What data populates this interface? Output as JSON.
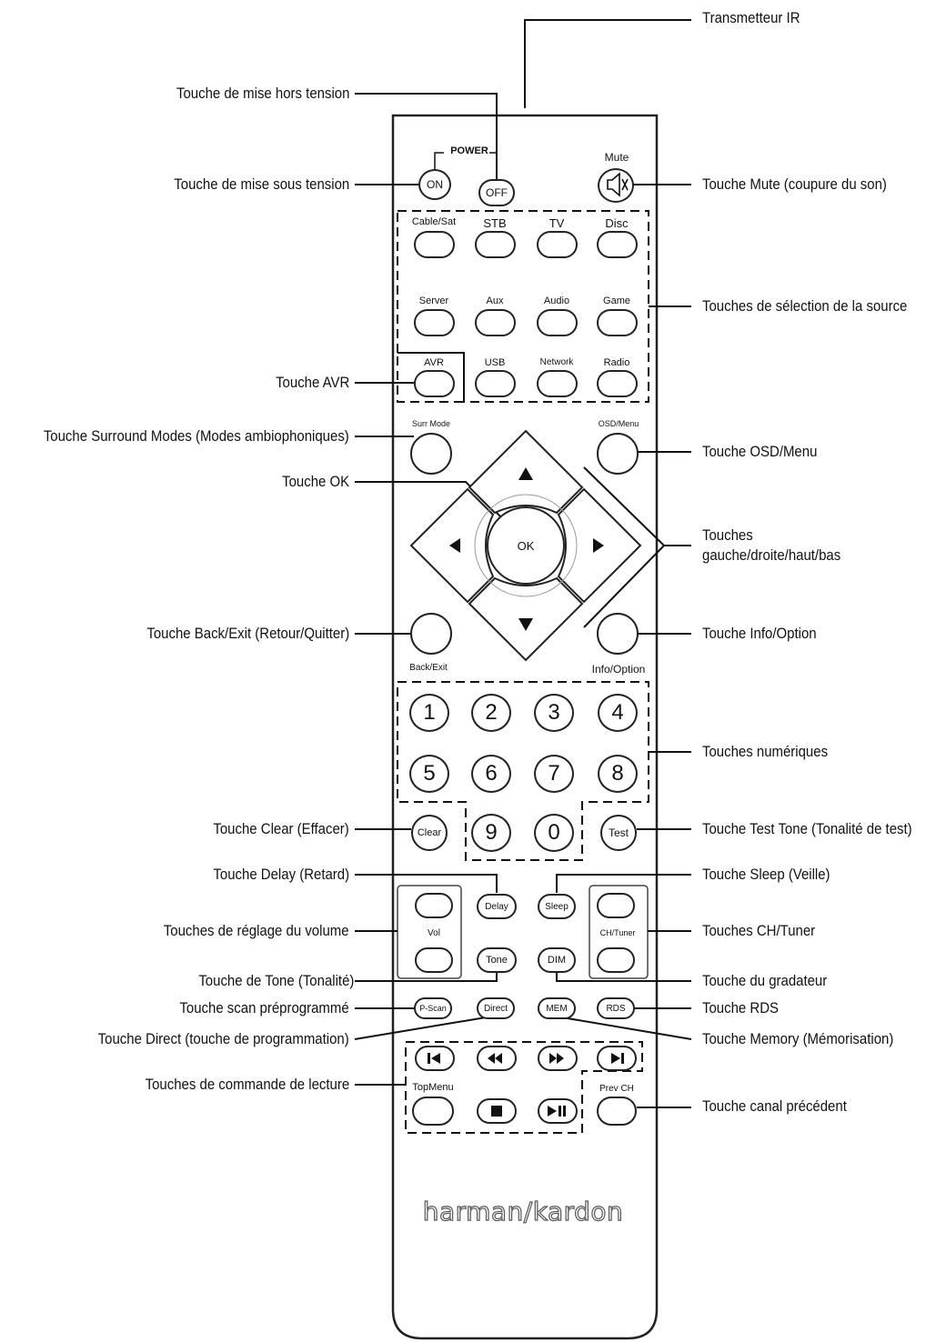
{
  "callouts": {
    "ir": "Transmetteur IR",
    "off": "Touche de mise hors tension",
    "on": "Touche de mise sous tension",
    "mute": "Touche Mute (coupure du son)",
    "source": "Touches de sélection de la source",
    "avr": "Touche AVR",
    "surround": "Touche Surround Modes (Modes ambiophoniques)",
    "osd": "Touche OSD/Menu",
    "ok": "Touche OK",
    "arrows_line1": "Touches",
    "arrows_line2": "gauche/droite/haut/bas",
    "back": "Touche Back/Exit (Retour/Quitter)",
    "info": "Touche Info/Option",
    "numeric": "Touches numériques",
    "clear": "Touche Clear (Effacer)",
    "test": "Touche Test Tone (Tonalité de test)",
    "delay": "Touche Delay (Retard)",
    "sleep": "Touche Sleep (Veille)",
    "volume": "Touches de réglage du volume",
    "ch": "Touches CH/Tuner",
    "tone": "Touche de Tone (Tonalité)",
    "dim": "Touche du gradateur",
    "pscan": "Touche scan préprogrammé",
    "rds": "Touche RDS",
    "direct": "Touche Direct (touche de programmation)",
    "memory": "Touche Memory (Mémorisation)",
    "playback": "Touches de commande de lecture",
    "prevch": "Touche canal précédent"
  },
  "remote": {
    "power_label": "POWER",
    "mute_label": "Mute",
    "on": "ON",
    "off": "OFF",
    "sources": [
      "Cable/Sat",
      "STB",
      "TV",
      "Disc",
      "Server",
      "Aux",
      "Audio",
      "Game",
      "AVR",
      "USB",
      "Network",
      "Radio"
    ],
    "surr_mode": "Surr Mode",
    "osd_menu": "OSD/Menu",
    "ok": "OK",
    "back_exit": "Back/Exit",
    "info_option": "Info/Option",
    "digits": [
      "1",
      "2",
      "3",
      "4",
      "5",
      "6",
      "7",
      "8",
      "9",
      "0"
    ],
    "clear": "Clear",
    "test": "Test",
    "delay": "Delay",
    "sleep": "Sleep",
    "vol": "Vol",
    "ch_tuner": "CH/Tuner",
    "tone": "Tone",
    "dim": "DIM",
    "pscan": "P-Scan",
    "direct": "Direct",
    "mem": "MEM",
    "rds": "RDS",
    "top_menu": "TopMenu",
    "prev_ch": "Prev CH",
    "brand": "harman/kardon"
  }
}
